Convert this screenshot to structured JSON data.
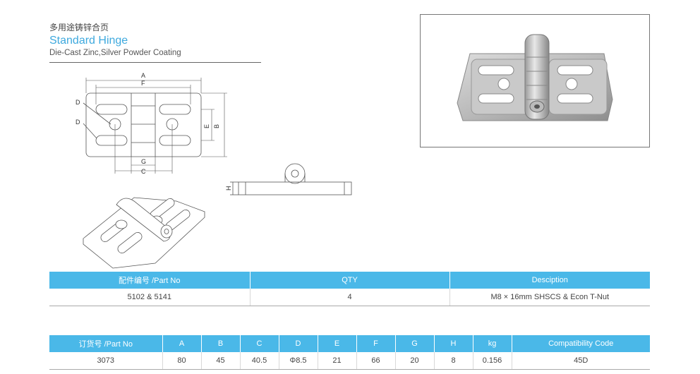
{
  "header": {
    "cn_title": "多用途铸锌合页",
    "title": "Standard Hinge",
    "subtitle": "Die-Cast Zinc,Silver Powder Coating"
  },
  "drawing": {
    "labels": {
      "A": "A",
      "F": "F",
      "D1": "D",
      "D2": "D",
      "E": "E",
      "B": "B",
      "G": "G",
      "C": "C",
      "H": "H"
    }
  },
  "parts_table": {
    "headers": [
      "配件编号 /Part No",
      "QTY",
      "Desciption"
    ],
    "row": [
      "5102 & 5141",
      "4",
      "M8 × 16mm SHSCS & Econ T-Nut"
    ]
  },
  "order_table": {
    "headers": [
      "订货号 /Part No",
      "A",
      "B",
      "C",
      "D",
      "E",
      "F",
      "G",
      "H",
      "kg",
      "Compatibility Code"
    ],
    "row": [
      "3073",
      "80",
      "45",
      "40.5",
      "Φ8.5",
      "21",
      "66",
      "20",
      "8",
      "0.156",
      "45D"
    ]
  }
}
